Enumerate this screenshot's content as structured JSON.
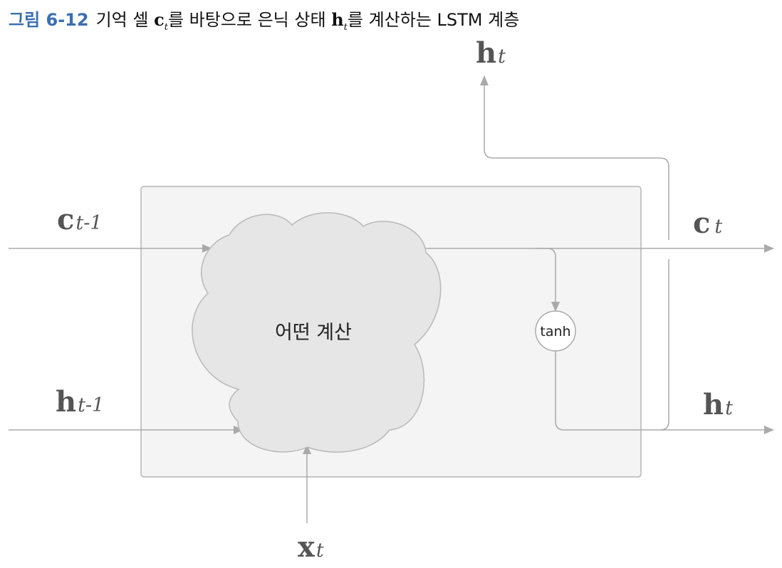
{
  "caption": {
    "figure_number": "그림 6-12",
    "text_before_c": "기억 셀 ",
    "c_symbol": "c",
    "c_subscript": "t",
    "text_between": "를 바탕으로 은닉 상태 ",
    "h_symbol": "h",
    "h_subscript": "t",
    "text_after_h": "를 계산하는 LSTM 계층"
  },
  "diagram": {
    "cloud_label": "어떤 계산",
    "tanh_label": "tanh",
    "inputs": {
      "c_prev": {
        "symbol": "c",
        "subscript": "t-1"
      },
      "h_prev": {
        "symbol": "h",
        "subscript": "t-1"
      },
      "x": {
        "symbol": "x",
        "subscript": "t"
      }
    },
    "outputs": {
      "h_top": {
        "symbol": "h",
        "subscript": "t"
      },
      "c_out": {
        "symbol": "c",
        "subscript": "t"
      },
      "h_out": {
        "symbol": "h",
        "subscript": "t"
      }
    },
    "colors": {
      "line": "#aaaaaa",
      "box_fill": "#f4f4f4",
      "box_stroke": "#b5b5b5",
      "cloud_fill": "#e6e6e6",
      "cloud_stroke": "#b9b9b9",
      "label": "#555555"
    }
  }
}
